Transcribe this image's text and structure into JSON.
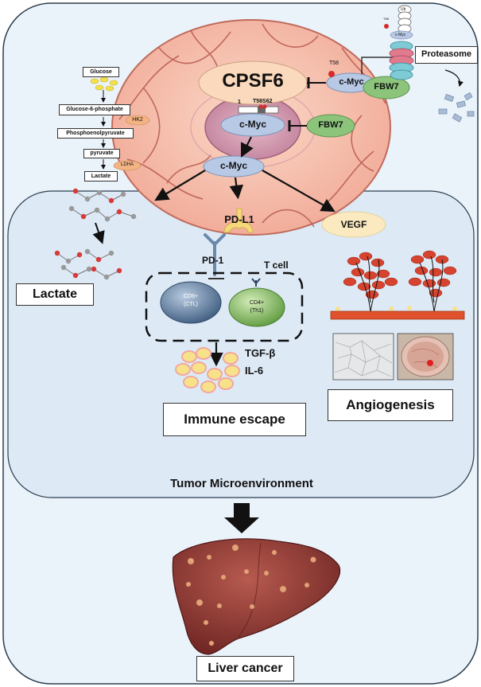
{
  "labels": {
    "cpsf6": "CPSF6",
    "cmyc_main": "c-Myc",
    "cmyc_center": "c-Myc",
    "cmyc_lower": "c-Myc",
    "cmyc_top": "c-Myc",
    "fbw7_top": "FBW7",
    "fbw7_mid": "FBW7",
    "proteasome": "Proteasome",
    "t58_small": "T58",
    "t58_top": "T58",
    "pos_1": "1",
    "t58s62": "T58S62",
    "ub": "Ub",
    "pdl1": "PD-L1",
    "vegf": "VEGF",
    "pd1": "PD-1",
    "tcell": "T cell",
    "cd8_line1": "CD8+",
    "cd8_line2": "(CTL)",
    "cd4_line1": "CD4+",
    "cd4_line2": "(Th1)",
    "tgfb": "TGF-β",
    "il6": "IL-6",
    "lactate": "Lactate",
    "immune_escape": "Immune escape",
    "angiogenesis": "Angiogenesis",
    "tme": "Tumor Microenvironment",
    "liver_cancer": "Liver cancer",
    "hk2": "HK2",
    "ldha": "LDHA"
  },
  "pathway": [
    "Glucose",
    "Glucose-6-phosphate",
    "Phosphoenolpyruvate",
    "pyruvate",
    "Lactate"
  ],
  "colors": {
    "outer_cell_bg": "#eaf2fa",
    "tme_bg": "#dde9f5",
    "tumor_cell": "#f6c3b3",
    "nucleus": "#d9a6b8",
    "cpsf6_fill": "#fbd9bc",
    "cmyc_fill": "#b8c9e6",
    "fbw7_fill": "#8bc47a",
    "vegf_fill": "#fbeac0",
    "pdl1_fill": "#f5d87a",
    "pd1_fill": "#9bb6d6",
    "cd8_fill": "#4f6f92",
    "cd4_fill": "#7fb061",
    "cytokine_fill": "#f7e28a",
    "liver": "#9b3f3f",
    "vessel": "#e0522b"
  }
}
